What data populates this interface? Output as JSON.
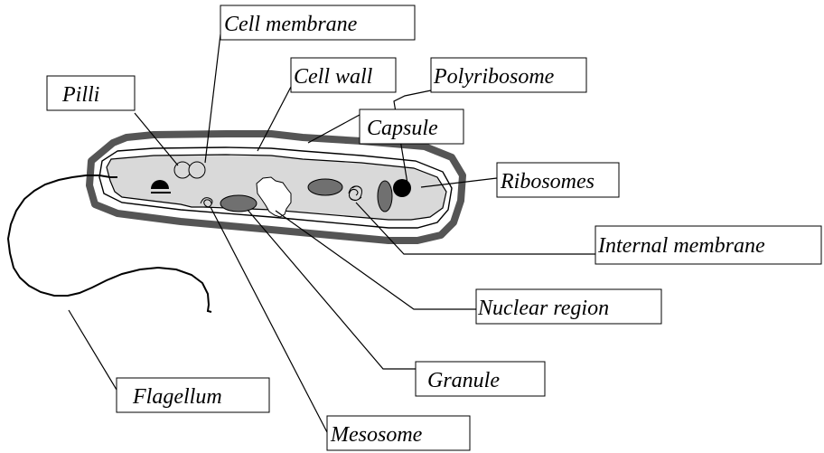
{
  "diagram": {
    "labels": {
      "cell_membrane": "Cell membrane",
      "cell_wall": "Cell wall",
      "polyribosome": "Polyribosome",
      "pilli": "Pilli",
      "capsule": "Capsule",
      "ribosomes": "Ribosomes",
      "internal_membrane": "Internal membrane",
      "nuclear_region": "Nuclear region",
      "granule": "Granule",
      "flagellum": "Flagellum",
      "mesosome": "Mesosome"
    },
    "colors": {
      "capsule": "#555555",
      "cytoplasm": "#d9d9d9",
      "granule": "#707070",
      "ribosome": "#000000",
      "outline": "#000000"
    }
  }
}
